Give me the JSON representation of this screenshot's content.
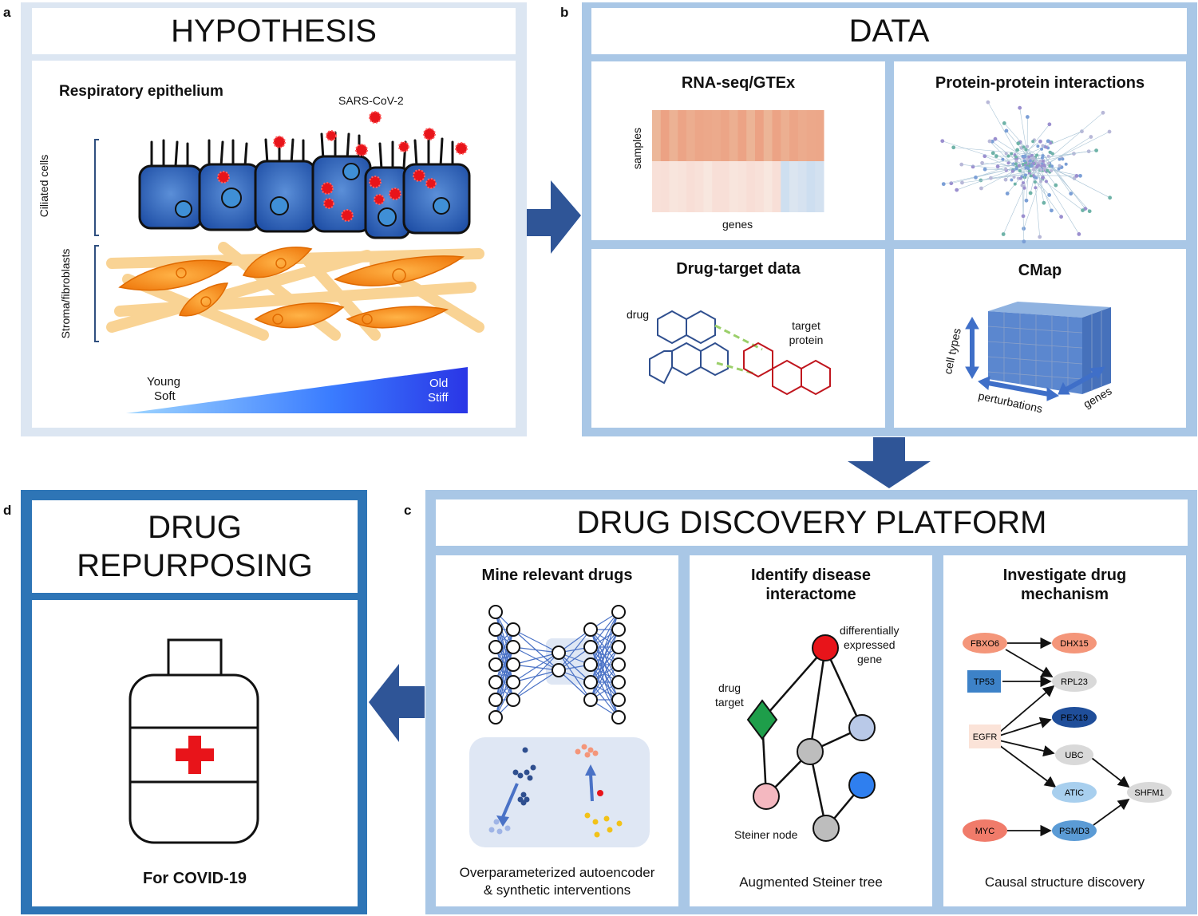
{
  "panels": {
    "a": {
      "letter": "a",
      "title": "HYPOTHESIS",
      "subtitle": "Respiratory epithelium",
      "virus_label": "SARS-CoV-2",
      "ciliated_label": "Ciliated cells",
      "stroma_label": "Stroma/fibroblasts",
      "young": "Young",
      "soft": "Soft",
      "old": "Old",
      "stiff": "Stiff"
    },
    "b": {
      "letter": "b",
      "title": "DATA",
      "rnaseq": {
        "title": "RNA-seq/GTEx",
        "ylabel": "samples",
        "xlabel": "genes"
      },
      "ppi": {
        "title": "Protein-protein interactions"
      },
      "drugtarget": {
        "title": "Drug-target data",
        "drug": "drug",
        "target_line1": "target",
        "target_line2": "protein"
      },
      "cmap": {
        "title": "CMap",
        "cell_types": "cell types",
        "perturbations": "perturbations",
        "genes": "genes"
      }
    },
    "c": {
      "letter": "c",
      "title": "DRUG DISCOVERY PLATFORM",
      "mine": {
        "title": "Mine relevant drugs",
        "caption_line1": "Overparameterized autoencoder",
        "caption_line2": "& synthetic interventions"
      },
      "interactome": {
        "title_line1": "Identify disease",
        "title_line2": "interactome",
        "de_line1": "differentially",
        "de_line2": "expressed",
        "de_line3": "gene",
        "dt_line1": "drug",
        "dt_line2": "target",
        "steiner": "Steiner node",
        "caption": "Augmented Steiner tree"
      },
      "mechanism": {
        "title_line1": "Investigate drug",
        "title_line2": "mechanism",
        "caption": "Causal structure discovery",
        "genes": {
          "fbxo6": "FBXO6",
          "dhx15": "DHX15",
          "tp53": "TP53",
          "rpl23": "RPL23",
          "egfr": "EGFR",
          "pex19": "PEX19",
          "ubc": "UBC",
          "atic": "ATIC",
          "shfm1": "SHFM1",
          "myc": "MYC",
          "psmd3": "PSMD3"
        }
      }
    },
    "d": {
      "letter": "d",
      "title_line1": "DRUG",
      "title_line2": "REPURPOSING",
      "caption": "For COVID-19"
    }
  },
  "colors": {
    "frame_light": "#dce6f2",
    "frame_mid": "#a9c7e6",
    "frame_dark": "#2e75b6",
    "arrow": "#2f5597",
    "cross": "#e8141a"
  }
}
